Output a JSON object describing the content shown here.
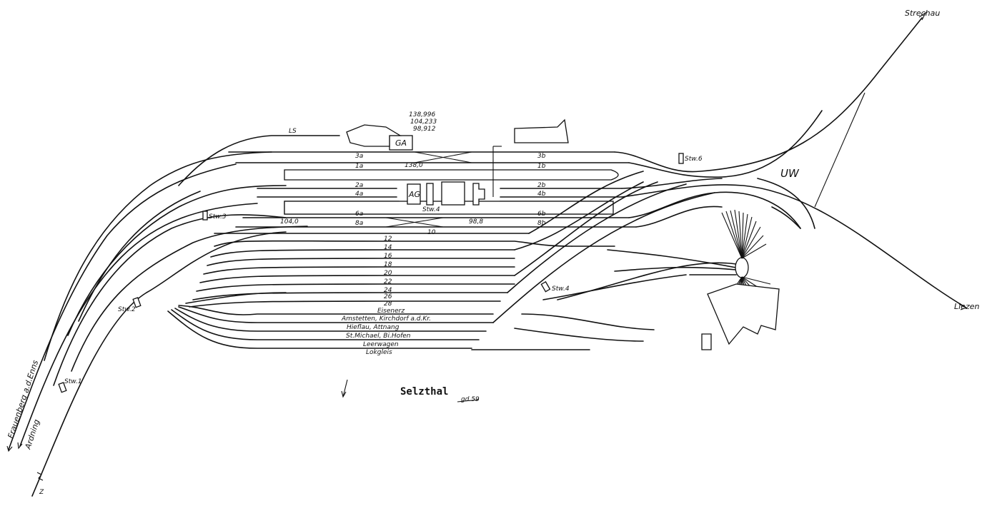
{
  "title": "Selzthal",
  "author_mark": "gd.59",
  "directions": {
    "north_east": "Strechau",
    "east": "Liezen",
    "south_west_a": "Frauenberg a.d.Enns",
    "south_west_b": "Ardning",
    "bottom": "Z"
  },
  "buildings": {
    "freight": "GA",
    "loading": "LS",
    "station": "AG",
    "substation": "UW"
  },
  "kilometers": {
    "line1": "138,996",
    "line2": "104,233",
    "line3": "98,912",
    "k1": "138,0",
    "k2": "104,0",
    "k3": "98,8"
  },
  "signal_boxes": {
    "s1": "Stw.1",
    "s2": "Stw.2",
    "s3": "Stw.3",
    "s4a": "Stw.4",
    "s4b": "Stw.4",
    "s6": "Stw.6"
  },
  "tracks": {
    "t3a": "3a",
    "t3b": "3b",
    "t1a": "1a",
    "t1b": "1b",
    "t2a": "2a",
    "t2b": "2b",
    "t4a": "4a",
    "t4b": "4b",
    "t6a": "6a",
    "t6b": "6b",
    "t8a": "8a",
    "t8b": "8b",
    "t10": "10",
    "t12": "12",
    "t14": "14",
    "t16": "16",
    "t18": "18",
    "t20": "20",
    "t22": "22",
    "t24": "24",
    "t26": "26",
    "t28": "28"
  },
  "yard_labels": {
    "y1": "Eisenerz",
    "y2": "Amstetten, Kirchdorf a.d.Kr.",
    "y3": "Hieflau, Attnang",
    "y4": "St.Michael, Bi.Hofen",
    "y5": "Leerwagen",
    "y6": "Lokgleis"
  }
}
